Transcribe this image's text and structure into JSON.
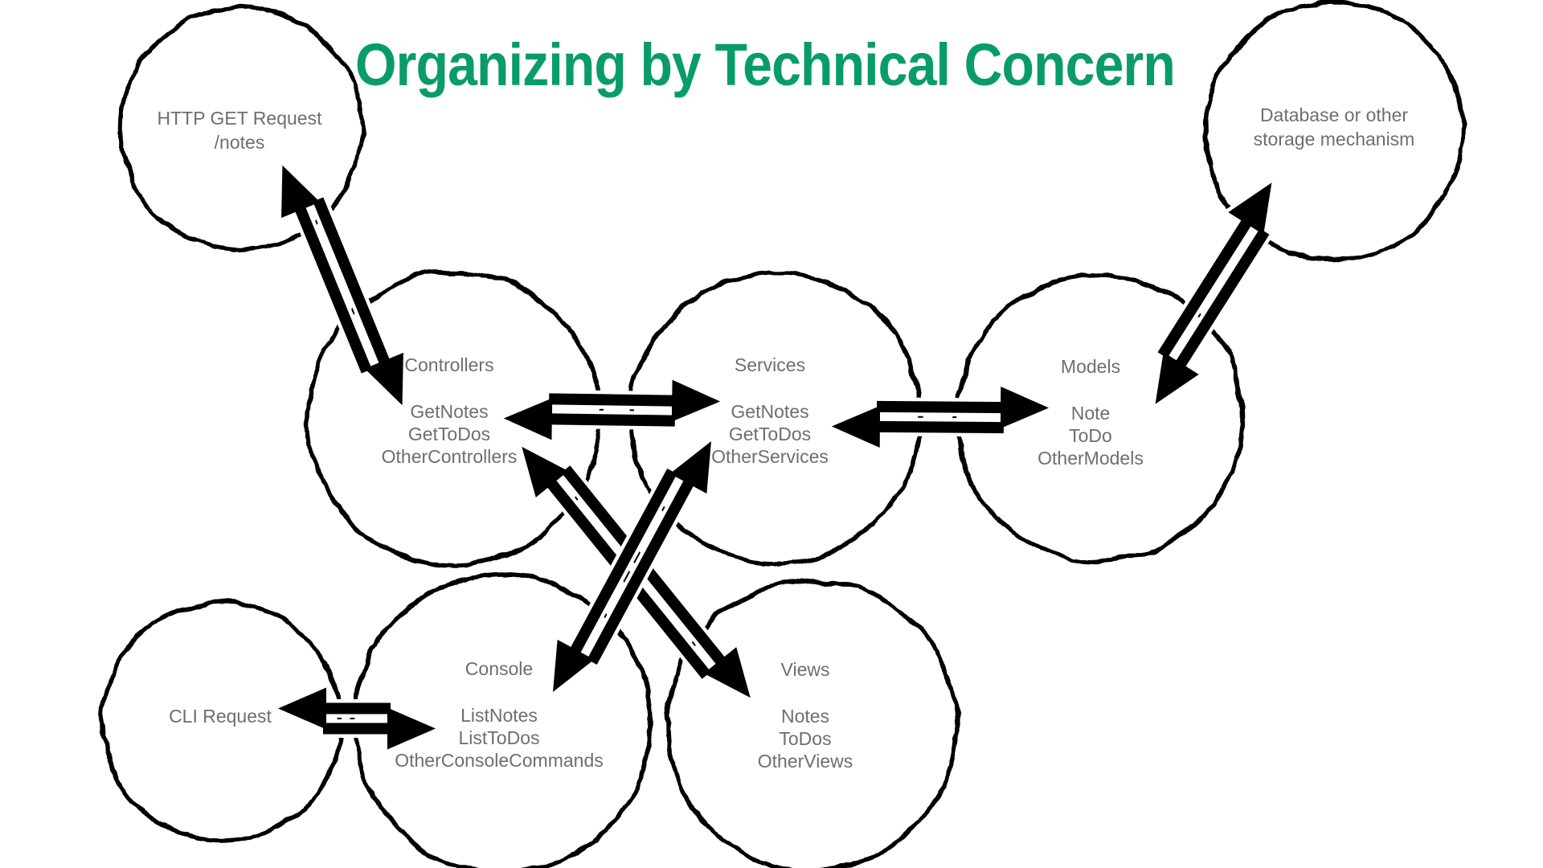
{
  "title": {
    "text": "Organizing by Technical Concern",
    "color": "#0a9c68"
  },
  "diagram": {
    "colors": {
      "background": "#ffffff",
      "stroke": "#000000",
      "node_text": "#6e6e6e",
      "arrow": "#000000",
      "arrow_casing": "#ffffff"
    },
    "nodes": [
      {
        "id": "http",
        "label": "HTTP GET Request",
        "label2": "/notes",
        "items": []
      },
      {
        "id": "database",
        "label": "Database or other",
        "label2": "storage mechanism",
        "items": []
      },
      {
        "id": "controllers",
        "label": "Controllers",
        "items": [
          "GetNotes",
          "GetToDos",
          "OtherControllers"
        ]
      },
      {
        "id": "services",
        "label": "Services",
        "items": [
          "GetNotes",
          "GetToDos",
          "OtherServices"
        ]
      },
      {
        "id": "models",
        "label": "Models",
        "items": [
          "Note",
          "ToDo",
          "OtherModels"
        ]
      },
      {
        "id": "cli",
        "label": "CLI Request",
        "items": []
      },
      {
        "id": "console",
        "label": "Console",
        "items": [
          "ListNotes",
          "ListToDos",
          "OtherConsoleCommands"
        ]
      },
      {
        "id": "views",
        "label": "Views",
        "items": [
          "Notes",
          "ToDos",
          "OtherViews"
        ]
      }
    ],
    "edges": [
      {
        "from": "http",
        "to": "controllers",
        "bidirectional": true
      },
      {
        "from": "controllers",
        "to": "services",
        "bidirectional": true
      },
      {
        "from": "services",
        "to": "models",
        "bidirectional": true
      },
      {
        "from": "models",
        "to": "database",
        "bidirectional": true
      },
      {
        "from": "cli",
        "to": "console",
        "bidirectional": true
      },
      {
        "from": "controllers",
        "to": "views",
        "bidirectional": true
      },
      {
        "from": "services",
        "to": "console",
        "bidirectional": true
      }
    ]
  }
}
